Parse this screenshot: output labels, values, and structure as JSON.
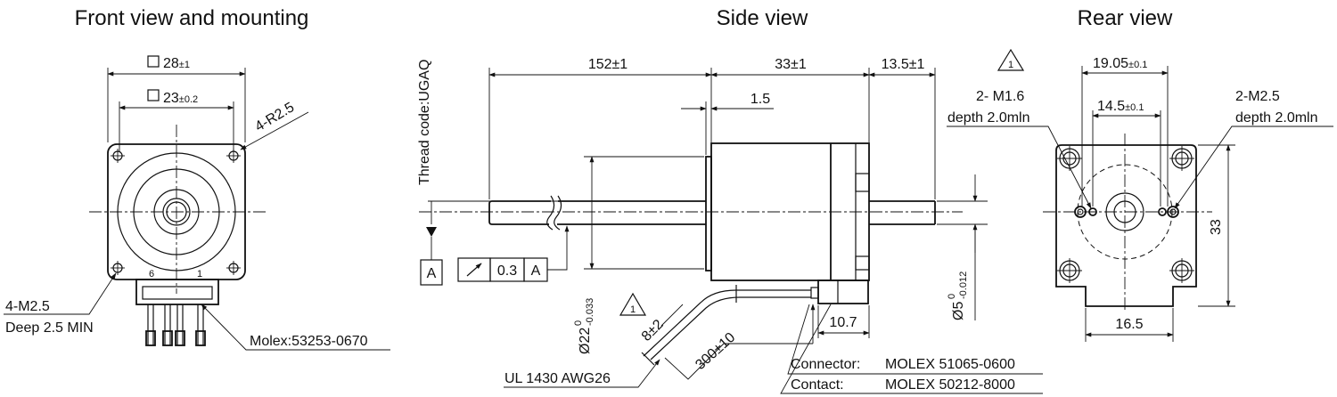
{
  "titles": {
    "front": "Front view and mounting",
    "side": "Side view",
    "rear": "Rear view"
  },
  "front": {
    "dim_square_outer": "28",
    "dim_square_outer_tol": "±1",
    "dim_square_inner": "23",
    "dim_square_inner_tol": "±0.2",
    "radius_note": "4-R2.5",
    "pin_label_left": "6",
    "pin_label_right": "1",
    "mount_hole_note": "4-M2.5",
    "mount_hole_depth": "Deep 2.5 MIN",
    "connector_note": "Molex:53253-0670"
  },
  "side": {
    "thread_code": "Thread code:UGAQ",
    "dim_shaft_rear": "152±1",
    "dim_body": "33±1",
    "dim_shaft_front": "13.5±1",
    "dim_flange": "1.5",
    "datum": "A",
    "runout_value": "0.3",
    "runout_datum": "A",
    "dia_boss": "Ø22",
    "dia_boss_tol_upper": "0",
    "dia_boss_tol_lower": "-0.033",
    "dia_shaft": "Ø5",
    "dia_shaft_tol_upper": "0",
    "dia_shaft_tol_lower": "-0.012",
    "dim_connector": "10.7",
    "dim_strip": "8±2",
    "dim_lead": "300±10",
    "warning_mark": "1",
    "wire_note": "UL 1430  AWG26",
    "connector_label": "Connector:",
    "connector_value": "MOLEX 51065-0600",
    "contact_label": "Contact:",
    "contact_value": "MOLEX 50212-8000"
  },
  "rear": {
    "warning_mark": "1",
    "dim_outer": "19.05",
    "dim_outer_tol": "±0.1",
    "dim_inner": "14.5",
    "dim_inner_tol": "±0.1",
    "hole_left": "2- M1.6",
    "hole_left_depth": "depth 2.0mln",
    "hole_right": "2-M2.5",
    "hole_right_depth": "depth 2.0mln",
    "dim_height": "33",
    "dim_bottom": "16.5"
  }
}
